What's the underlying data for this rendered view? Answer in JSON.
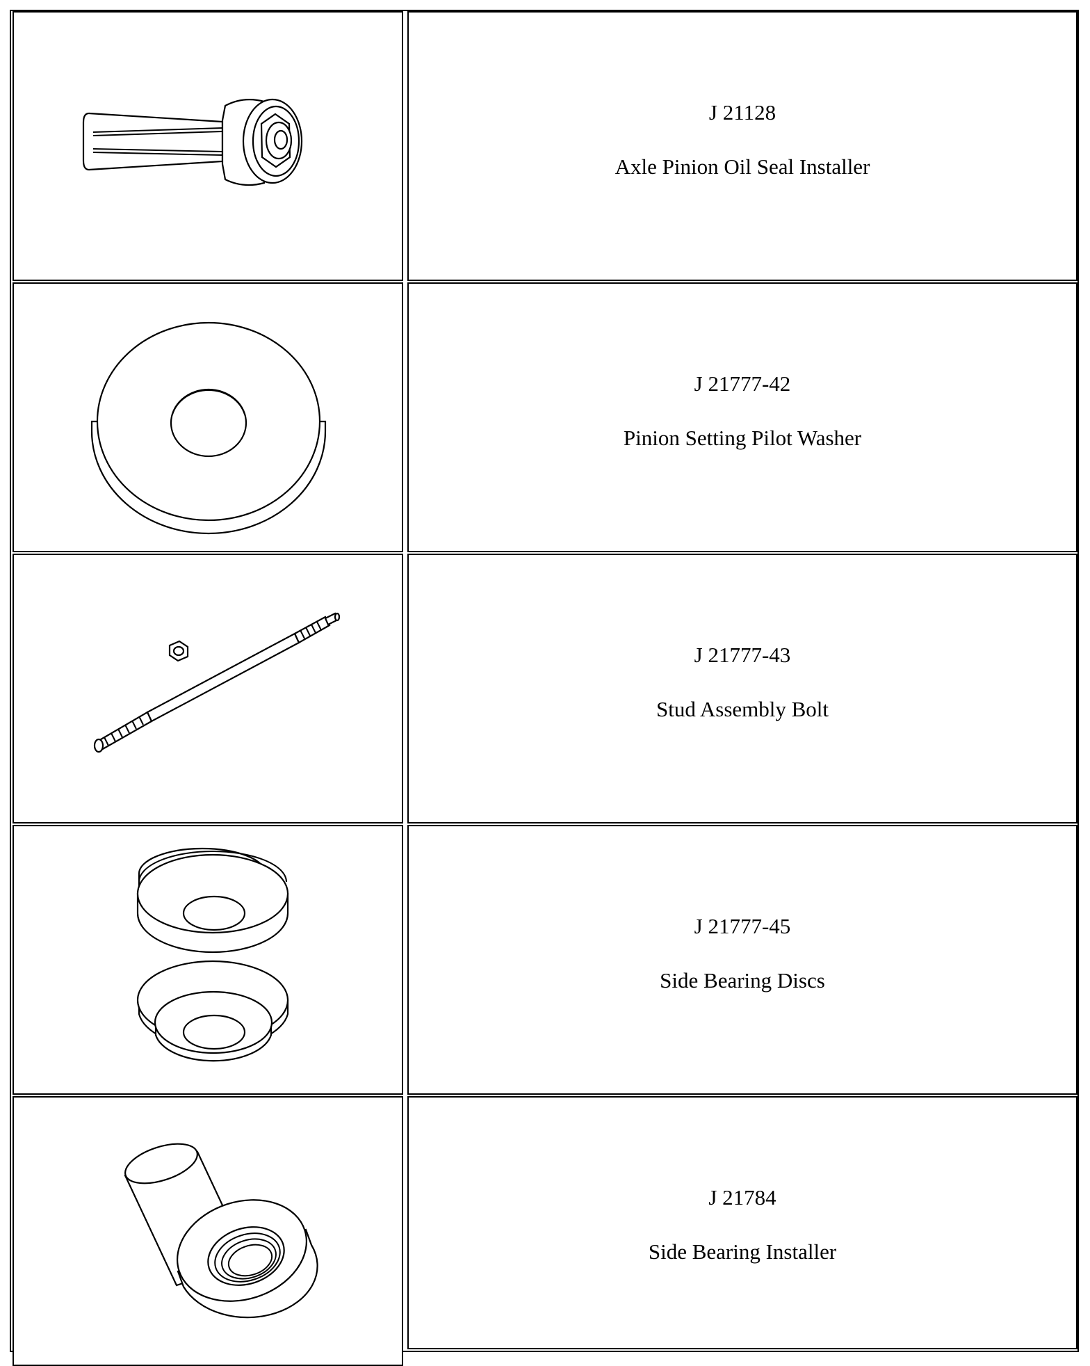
{
  "tools": [
    {
      "code": "J 21128",
      "description": "Axle Pinion Oil Seal Installer",
      "icon": "oil-seal-installer-icon"
    },
    {
      "code": "J 21777-42",
      "description": "Pinion Setting Pilot Washer",
      "icon": "pilot-washer-icon"
    },
    {
      "code": "J 21777-43",
      "description": "Stud Assembly Bolt",
      "icon": "stud-bolt-icon"
    },
    {
      "code": "J 21777-45",
      "description": "Side Bearing Discs",
      "icon": "bearing-discs-icon"
    },
    {
      "code": "J 21784",
      "description": "Side Bearing Installer",
      "icon": "bearing-installer-icon"
    }
  ]
}
